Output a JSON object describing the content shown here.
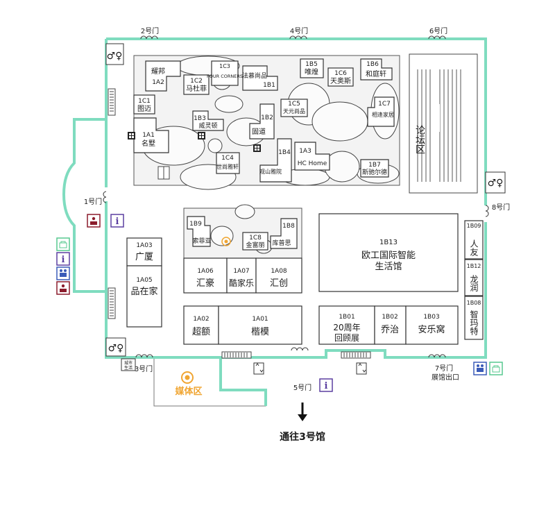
{
  "doors": {
    "door1": "1号门",
    "door2": "2号门",
    "door3": "3号门",
    "door4": "4号门",
    "door5": "5号门",
    "door6": "6号门",
    "door7": "7号门",
    "door8": "8号门",
    "exhibit_exit": "展馆出口"
  },
  "areas": {
    "forum": "论坛区",
    "media": "媒体区",
    "city_life": "城市生活",
    "to_hall3": "通往3号馆"
  },
  "booths": [
    {
      "code": "1A2",
      "name": "耀邦"
    },
    {
      "code": "1C2",
      "name": "马杜菲"
    },
    {
      "code": "1C3",
      "name": "FOUR CORNERS"
    },
    {
      "code": "1B1",
      "name": "法慕尚品"
    },
    {
      "code": "1B5",
      "name": "唯煌"
    },
    {
      "code": "1C6",
      "name": "天奥斯"
    },
    {
      "code": "1B6",
      "name": "和庭轩"
    },
    {
      "code": "1C1",
      "name": "图迈"
    },
    {
      "code": "1B3",
      "name": "威灵顿"
    },
    {
      "code": "1B2",
      "name": "固道"
    },
    {
      "code": "1C5",
      "name": "天元尚品"
    },
    {
      "code": "1C7",
      "name": "相逢家居"
    },
    {
      "code": "1A1",
      "name": "名墅"
    },
    {
      "code": "1C4",
      "name": "世尚雅轩"
    },
    {
      "code": "1B4",
      "name": "观山雅院"
    },
    {
      "code": "1A3",
      "name": "HC Home"
    },
    {
      "code": "1B7",
      "name": "斯驰尔德"
    },
    {
      "code": "1B9",
      "name": "索菲亚"
    },
    {
      "code": "1C8",
      "name": "金富丽"
    },
    {
      "code": "1B8",
      "name": "库普思"
    },
    {
      "code": "1A03",
      "name": "广厦"
    },
    {
      "code": "1A05",
      "name": "品在家"
    },
    {
      "code": "1A06",
      "name": "汇豪"
    },
    {
      "code": "1A07",
      "name": "酷家乐"
    },
    {
      "code": "1A08",
      "name": "汇创"
    },
    {
      "code": "1A02",
      "name": "超额"
    },
    {
      "code": "1A01",
      "name": "楷模"
    },
    {
      "code": "1B13",
      "name": "欧工国际智能生活馆"
    },
    {
      "code": "1B01",
      "name": "20周年回顾展"
    },
    {
      "code": "1B02",
      "name": "乔治"
    },
    {
      "code": "1B03",
      "name": "安乐窝"
    },
    {
      "code": "1B09",
      "name": "人友"
    },
    {
      "code": "1B12",
      "name": "龙润"
    },
    {
      "code": "1B08",
      "name": "智玛特"
    }
  ],
  "colors": {
    "wall": "#7fdcbf",
    "media": "#f0a531",
    "info": "#5b3fa0",
    "service": "#8b1c2c",
    "locker": "#57c98f",
    "family": "#3a5bb8"
  },
  "icons": [
    "restroom-icon",
    "info-icon",
    "service-desk-icon",
    "locker-icon",
    "family-room-icon",
    "elevator-icon",
    "escalator-icon",
    "door-icon",
    "media-icon",
    "arrow-down-icon"
  ]
}
